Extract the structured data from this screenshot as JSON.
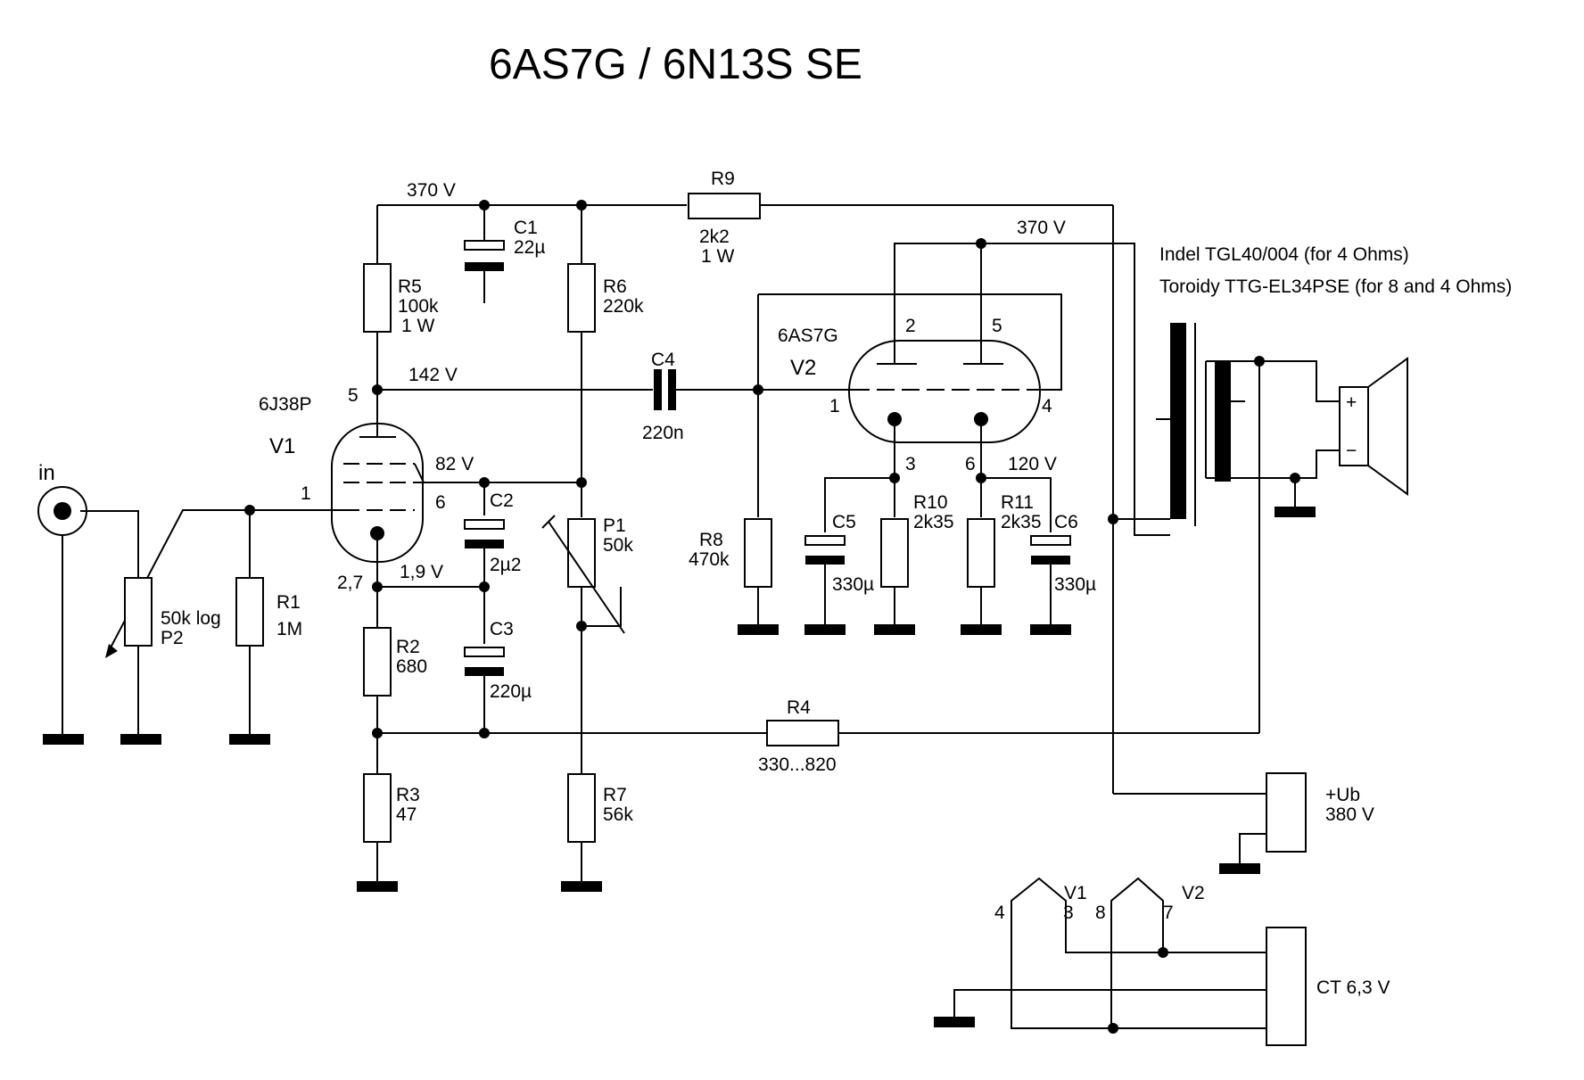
{
  "title": "6AS7G / 6N13S SE",
  "input_label": "in",
  "transformer_note_1": "Indel TGL40/004 (for 4 Ohms)",
  "transformer_note_2": "Toroidy TTG-EL34PSE (for 8 and 4 Ohms)",
  "tubes": {
    "v1": {
      "type": "6J38P",
      "ref": "V1",
      "pins": {
        "g1": "1",
        "a": "5",
        "g2": "6",
        "k": "2,7"
      }
    },
    "v2": {
      "type": "6AS7G",
      "ref": "V2",
      "pins": {
        "g": "1",
        "a1": "2",
        "a2": "5",
        "k1": "3",
        "k2": "6",
        "g2": "4"
      }
    }
  },
  "voltages": {
    "b_plus_top": "370 V",
    "b_plus_v2": "370 V",
    "v1_anode": "142 V",
    "v1_screen": "82 V",
    "v1_cathode": "1,9 V",
    "v2_cathode": "120 V"
  },
  "components": {
    "R1": {
      "ref": "R1",
      "value": "1M"
    },
    "P2": {
      "ref": "P2",
      "value": "50k log"
    },
    "R2": {
      "ref": "R2",
      "value": "680"
    },
    "R3": {
      "ref": "R3",
      "value": "47"
    },
    "R4": {
      "ref": "R4",
      "value": "330...820"
    },
    "R5": {
      "ref": "R5",
      "value": "100k",
      "power": "1 W"
    },
    "R6": {
      "ref": "R6",
      "value": "220k"
    },
    "R7": {
      "ref": "R7",
      "value": "56k"
    },
    "R8": {
      "ref": "R8",
      "value": "470k"
    },
    "R9": {
      "ref": "R9",
      "value": "2k2",
      "power": "1 W"
    },
    "R10": {
      "ref": "R10",
      "value": "2k35"
    },
    "R11": {
      "ref": "R11",
      "value": "2k35"
    },
    "P1": {
      "ref": "P1",
      "value": "50k"
    },
    "C1": {
      "ref": "C1",
      "value": "22µ"
    },
    "C2": {
      "ref": "C2",
      "value": "2µ2"
    },
    "C3": {
      "ref": "C3",
      "value": "220µ"
    },
    "C4": {
      "ref": "C4",
      "value": "220n"
    },
    "C5": {
      "ref": "C5",
      "value": "330µ"
    },
    "C6": {
      "ref": "C6",
      "value": "330µ"
    }
  },
  "speaker": {
    "plus": "+",
    "minus": "−"
  },
  "power_supply": {
    "label": "+Ub",
    "voltage": "380 V"
  },
  "heater": {
    "v1": "V1",
    "v1_pin_a": "4",
    "v1_pin_b": "3",
    "v2": "V2",
    "v2_pin_a": "8",
    "v2_pin_b": "7",
    "supply": "CT  6,3 V"
  },
  "colors": {
    "ink": "#000000",
    "paper": "#ffffff"
  }
}
